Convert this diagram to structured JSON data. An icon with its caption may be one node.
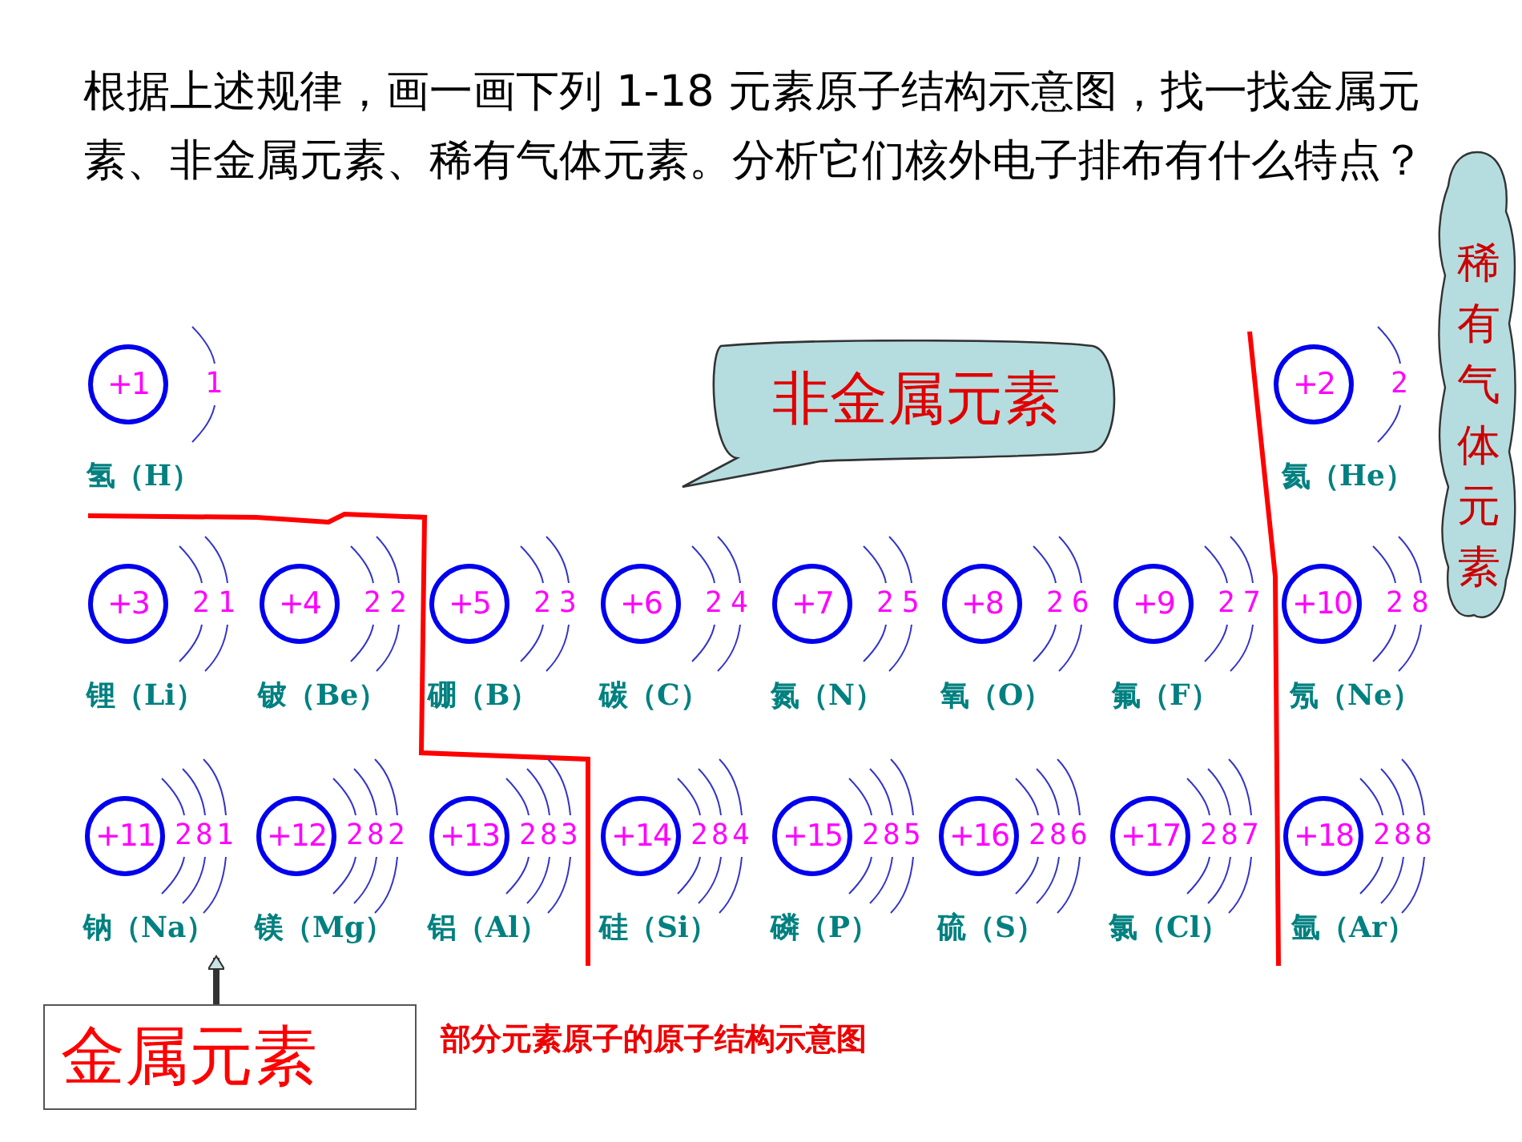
{
  "diagram": {
    "title": "根据上述规律，画一画下列 1-18 元素原子结构示意图，找一找金属元素、非金属元素、稀有气体元素。分析它们核外电子排布有什么特点？",
    "caption": "部分元素原子的原子结构示意图",
    "nodes": [
      {
        "text": [
          "+1"
        ],
        "beside": [
          "1",
          "氢（H）"
        ]
      },
      {
        "text": [
          "非金属元素"
        ]
      },
      {
        "text": [
          "+2"
        ],
        "beside": [
          "2",
          "氦（He）"
        ]
      },
      {
        "text": [
          "稀有气体元素"
        ]
      },
      {
        "text": [
          "+3"
        ],
        "beside": [
          "2",
          "1",
          "锂（Li）"
        ]
      },
      {
        "text": [
          "+4"
        ],
        "beside": [
          "2",
          "2",
          "铍（Be）"
        ]
      },
      {
        "text": [
          "+5"
        ],
        "beside": [
          "2",
          "3",
          "硼（B）"
        ]
      },
      {
        "text": [
          "+6"
        ],
        "beside": [
          "2",
          "4",
          "碳（C）"
        ]
      },
      {
        "text": [
          "+7"
        ],
        "beside": [
          "2",
          "5",
          "氮（N）"
        ]
      },
      {
        "text": [
          "+8"
        ],
        "beside": [
          "2",
          "6",
          "氧（O）"
        ]
      },
      {
        "text": [
          "+9"
        ],
        "beside": [
          "2",
          "7",
          "氟（F）"
        ]
      },
      {
        "text": [
          "+10"
        ],
        "beside": [
          "2",
          "8",
          "氖（Ne）"
        ]
      },
      {
        "text": [
          "+11"
        ],
        "beside": [
          "2",
          "8",
          "1",
          "钠（Na）"
        ]
      },
      {
        "text": [
          "+12"
        ],
        "beside": [
          "2",
          "8",
          "2",
          "镁（Mg）"
        ]
      },
      {
        "text": [
          "+13"
        ],
        "beside": [
          "2",
          "8",
          "3",
          "铝（Al）"
        ]
      },
      {
        "text": [
          "+14"
        ],
        "beside": [
          "2",
          "8",
          "4",
          "硅（Si）"
        ]
      },
      {
        "text": [
          "+15"
        ],
        "beside": [
          "2",
          "8",
          "5",
          "磷（P）"
        ]
      },
      {
        "text": [
          "+16"
        ],
        "beside": [
          "2",
          "8",
          "6",
          "硫（S）"
        ]
      },
      {
        "text": [
          "+17"
        ],
        "beside": [
          "2",
          "8",
          "7",
          "氯（Cl）"
        ]
      },
      {
        "text": [
          "+18"
        ],
        "beside": [
          "2",
          "8",
          "8",
          "氩（Ar）"
        ]
      },
      {
        "text": [
          "金属元素"
        ]
      }
    ],
    "edges": [
      {
        "from": 20,
        "to": 12,
        "arrow": "to"
      }
    ]
  }
}
